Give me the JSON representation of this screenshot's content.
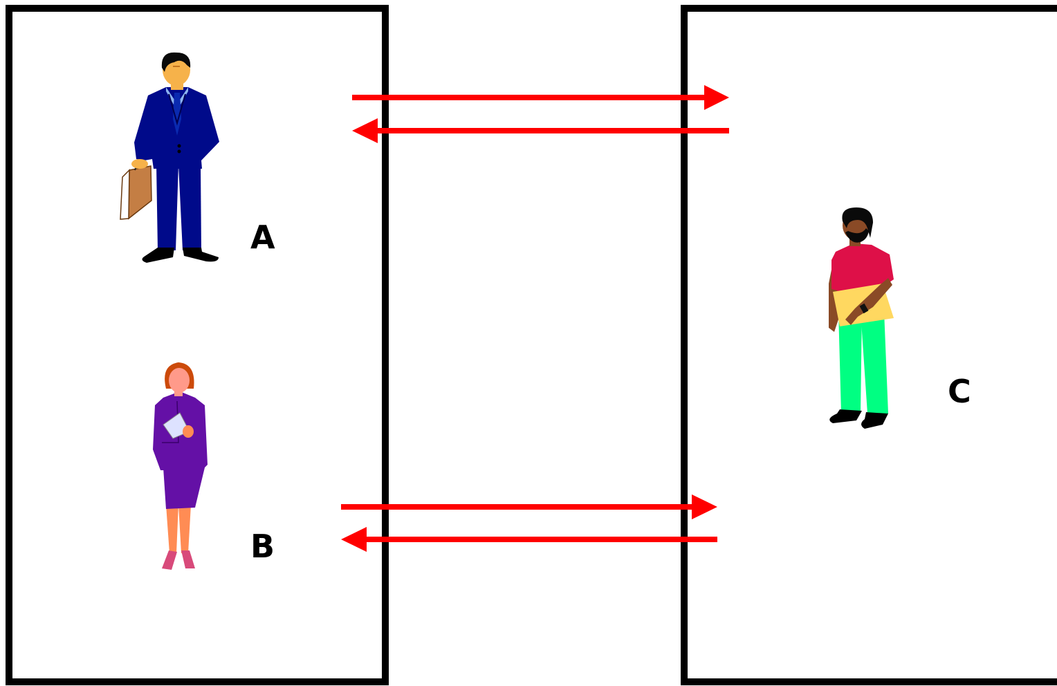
{
  "diagram": {
    "labels": {
      "a": "A",
      "b": "B",
      "c": "C"
    },
    "colors": {
      "frame": "#000000",
      "arrow": "#ff0000",
      "background": "#ffffff"
    },
    "people": {
      "a": {
        "suit": "#000a8a",
        "shirt": "#8cb4f0",
        "tie": "#0a2ab0",
        "skin": "#f6b24a",
        "hair": "#0a0a0a",
        "briefcase": "#c47e44"
      },
      "b": {
        "suit": "#6410a6",
        "skin": "#ff8c54",
        "face": "#ff9a8a",
        "hair": "#cc4a0a",
        "paper": "#dde2ff",
        "shoes": "#d84a7a"
      },
      "c": {
        "shirt": "#de1048",
        "pants": "#00ff82",
        "skin": "#8a4a26",
        "hair": "#0a0a0a",
        "folder": "#ffd860"
      }
    },
    "icons": [
      "businessman-icon",
      "businesswoman-icon",
      "man-with-folder-icon",
      "arrow-right-icon",
      "arrow-left-icon"
    ]
  }
}
